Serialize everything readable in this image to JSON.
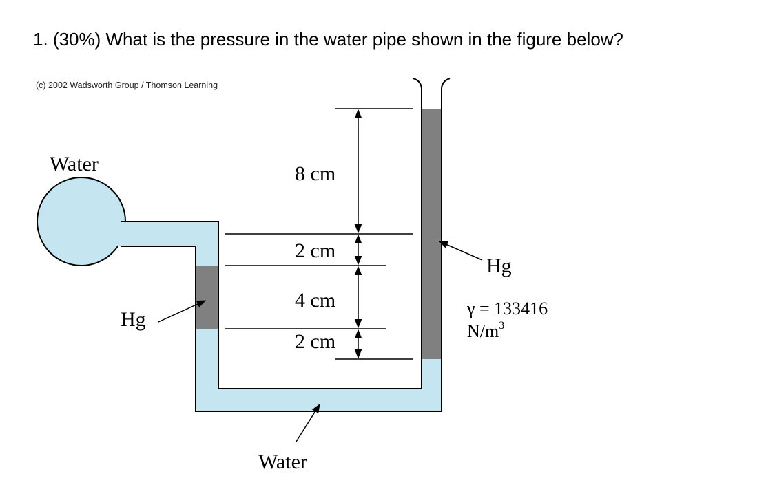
{
  "question": {
    "text": "1. (30%) What is the pressure in the water pipe shown in the figure below?"
  },
  "credit": "(c) 2002 Wadsworth Group / Thomson Learning",
  "figure": {
    "labels": {
      "water_top": "Water",
      "water_bottom": "Water",
      "hg_left": "Hg",
      "hg_right": "Hg"
    },
    "dimensions": {
      "d1": "8 cm",
      "d2": "2 cm",
      "d3": "4 cm",
      "d4": "2 cm"
    },
    "specific_weight": {
      "symbol_line": "γ = 133416",
      "unit_base": "N/m",
      "unit_exp": "3"
    },
    "colors": {
      "water": "#c5e6f0",
      "mercury": "#808080",
      "outline": "#000000"
    }
  }
}
